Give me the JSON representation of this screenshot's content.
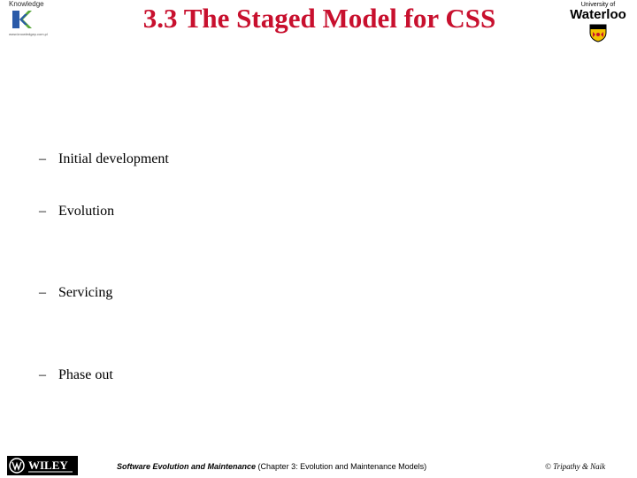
{
  "slide": {
    "title": "3.3 The Staged Model for CSS",
    "bullets": [
      {
        "marker": "–",
        "text": "Initial development"
      },
      {
        "marker": "–",
        "text": "Evolution"
      },
      {
        "marker": "–",
        "text": "Servicing"
      },
      {
        "marker": "–",
        "text": "Phase out"
      }
    ]
  },
  "logos": {
    "left": {
      "caption": "Knowledge",
      "icon": "bkk-logo-icon",
      "url": "www.knowledgep.com.pl"
    },
    "right": {
      "line1": "University of",
      "line2": "Waterloo",
      "icon": "waterloo-crest-icon"
    },
    "footer": {
      "brand": "WILEY",
      "icon": "wiley-logo-icon"
    }
  },
  "footer": {
    "book_title": "Software Evolution and Maintenance",
    "chapter": "(Chapter 3: Evolution and Maintenance Models)",
    "copyright": "© Tripathy & Naik"
  },
  "colors": {
    "title": "#c8102e",
    "logo_blue": "#2a5aa8",
    "logo_green": "#57a639"
  }
}
